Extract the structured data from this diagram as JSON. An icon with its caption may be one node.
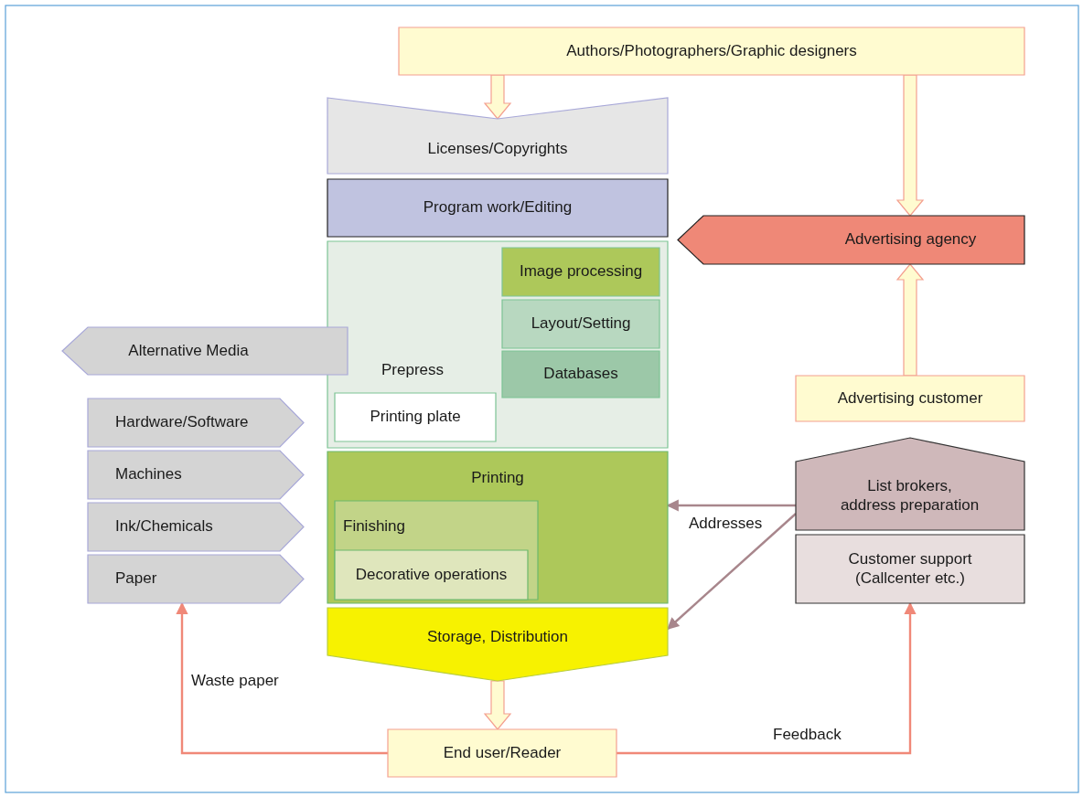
{
  "diagram": {
    "nodes": [
      {
        "text": [
          "Authors/Photographers/Graphic designers"
        ]
      },
      {
        "text": [
          "Licenses/Copyrights"
        ]
      },
      {
        "text": [
          "Program work/Editing"
        ]
      },
      {
        "text": [
          "Advertising agency"
        ]
      },
      {
        "text": [
          "Prepress"
        ]
      },
      {
        "text": [
          "Image processing"
        ],
        "in": 4
      },
      {
        "text": [
          "Layout/Setting"
        ],
        "in": 4
      },
      {
        "text": [
          "Databases"
        ],
        "in": 4
      },
      {
        "text": [
          "Printing plate"
        ],
        "in": 4
      },
      {
        "text": [
          "Alternative Media"
        ]
      },
      {
        "text": [
          "Advertising customer"
        ]
      },
      {
        "text": [
          "Hardware/Software"
        ]
      },
      {
        "text": [
          "Machines"
        ]
      },
      {
        "text": [
          "Ink/Chemicals"
        ]
      },
      {
        "text": [
          "Paper"
        ]
      },
      {
        "text": [
          "Printing"
        ]
      },
      {
        "text": [
          "Finishing"
        ],
        "in": 15
      },
      {
        "text": [
          "Decorative operations"
        ],
        "in": 16
      },
      {
        "text": [
          "List brokers, address preparation"
        ]
      },
      {
        "text": [
          "Customer support (Callcenter etc.)"
        ]
      },
      {
        "text": [
          "Storage, Distribution"
        ]
      },
      {
        "text": [
          "End user/Reader"
        ]
      }
    ],
    "edges": [
      {
        "from": 0,
        "to": 1,
        "arrow": "to",
        "style": "thick"
      },
      {
        "from": 0,
        "to": 3,
        "arrow": "to",
        "style": "thick"
      },
      {
        "from": 10,
        "to": 3,
        "arrow": "to",
        "style": "thick"
      },
      {
        "from": 18,
        "to": 15,
        "arrow": "to",
        "label": "Addresses",
        "color": "#a8868c"
      },
      {
        "from": 18,
        "to": 20,
        "arrow": "to",
        "color": "#a8868c"
      },
      {
        "from": 20,
        "to": 21,
        "arrow": "to",
        "style": "thick"
      },
      {
        "from": 21,
        "to": 14,
        "arrow": "to",
        "label": "Waste paper",
        "color": "#f08878"
      },
      {
        "from": 21,
        "to": 19,
        "arrow": "to",
        "label": "Feedback",
        "color": "#f08878"
      }
    ]
  }
}
